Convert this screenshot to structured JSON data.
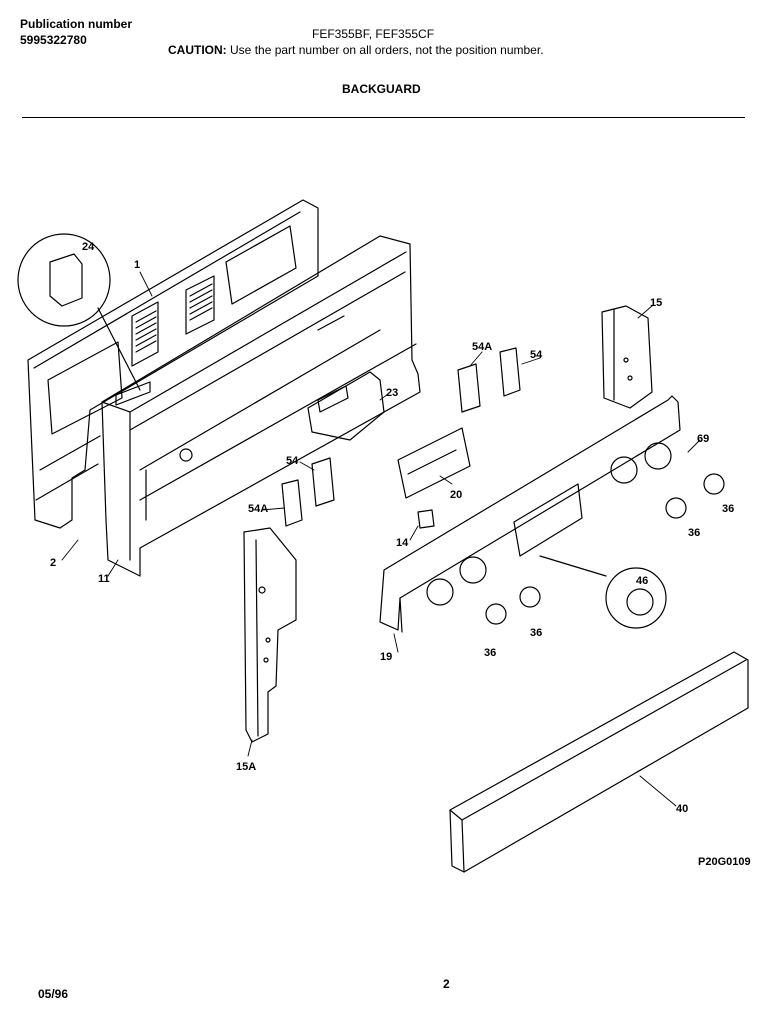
{
  "header": {
    "publication_label": "Publication number",
    "publication_number": "5995322780",
    "models": "FEF355BF, FEF355CF",
    "caution_label": "CAUTION:",
    "caution_text": "Use the part number on all orders, not the position number.",
    "section_title": "BACKGUARD"
  },
  "callouts": {
    "c24": "24",
    "c1": "1",
    "c2": "2",
    "c11": "11",
    "c23": "23",
    "c54a_top": "54A",
    "c54_top": "54",
    "c15": "15",
    "c69": "69",
    "c36_right": "36",
    "c36_right2": "36",
    "c20": "20",
    "c54_left": "54",
    "c54a_left": "54A",
    "c14": "14",
    "c46": "46",
    "c36_mid": "36",
    "c36_left": "36",
    "c19": "19",
    "c15a": "15A",
    "c40": "40"
  },
  "footer": {
    "date": "05/96",
    "page": "2",
    "figure_code": "P20G0109"
  }
}
